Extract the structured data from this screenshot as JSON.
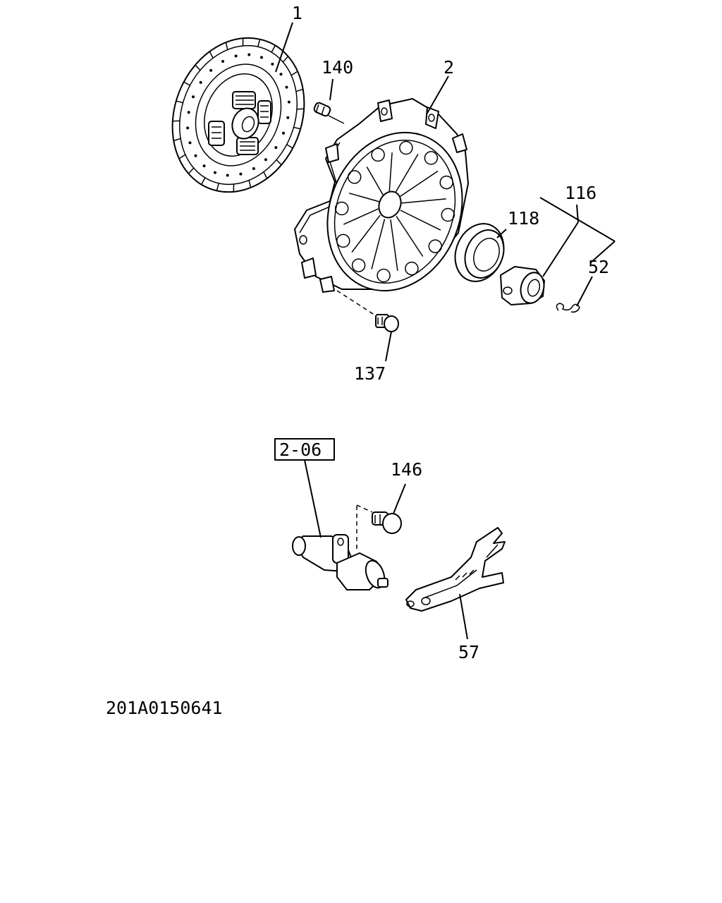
{
  "callouts": {
    "clutch_disc": "1",
    "pressure_plate": "2",
    "pin": "140",
    "release_bearing_assy": "116",
    "bearing": "118",
    "clip": "52",
    "bolt_pressure_plate": "137",
    "section_ref": "2-06",
    "bolt_cylinder": "146",
    "release_fork": "57"
  },
  "drawing_number": "201A0150641"
}
